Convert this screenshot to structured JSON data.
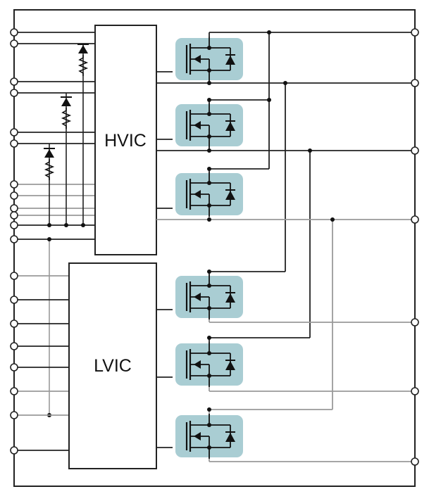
{
  "diagram": {
    "hvic_label": "HVIC",
    "lvic_label": "LVIC",
    "colors": {
      "wire_dark": "#222222",
      "wire_gray": "#9a9a9a",
      "mosfet_highlight": "#a9cdd3",
      "chip_fill": "#ffffff"
    },
    "icons": {
      "terminal": "open-circle",
      "junction": "filled-dot",
      "mosfet": "n-channel-mosfet-with-body-diode",
      "bootstrap": "diode-resistor-series"
    }
  }
}
